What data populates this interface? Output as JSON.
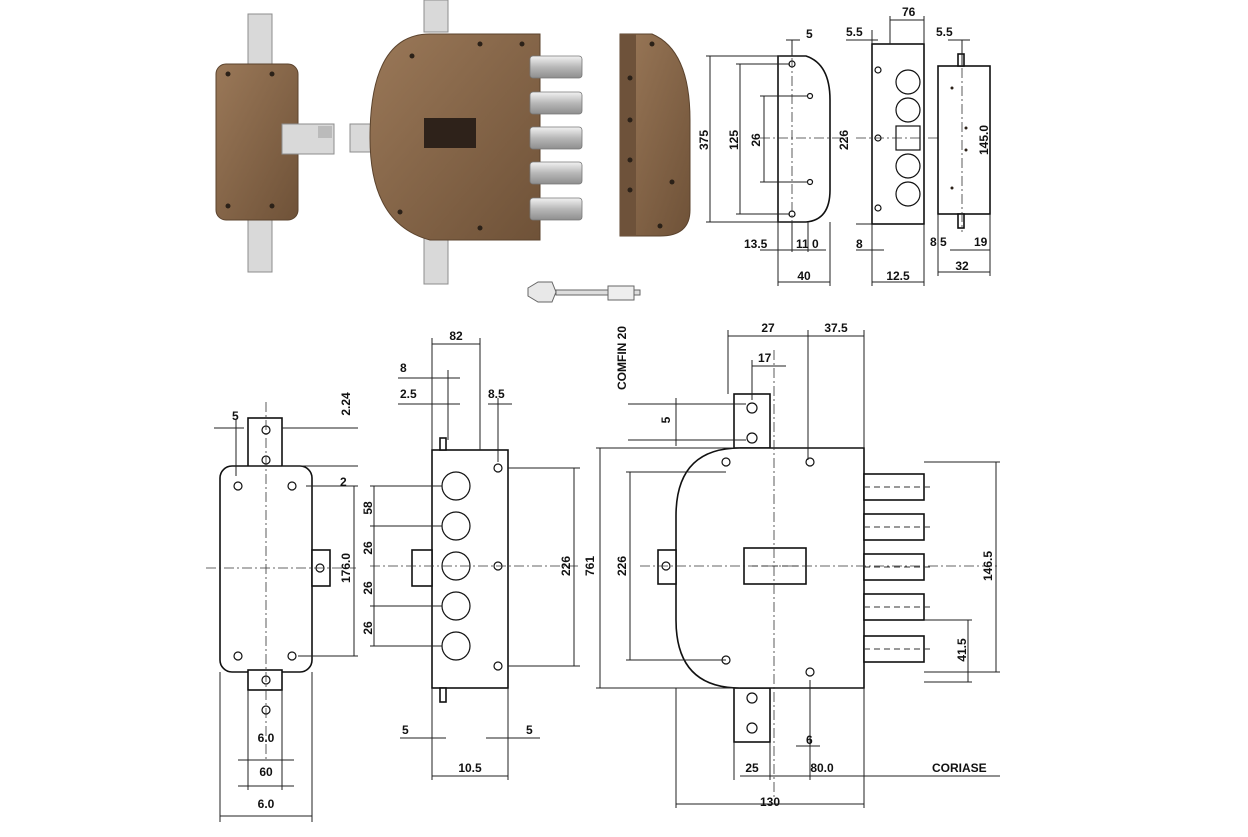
{
  "top_right_views": {
    "view1": {
      "dims": [
        "5",
        "375",
        "125",
        "26",
        "226",
        "13.5",
        "11 0",
        "40"
      ]
    },
    "view2": {
      "dims": [
        "76",
        "5.5",
        "8",
        "12.5"
      ]
    },
    "view3": {
      "dims": [
        "5.5",
        "145.0",
        "8 5",
        "19",
        "32"
      ]
    }
  },
  "bottom_left_view": {
    "dims": [
      "5",
      "2.24",
      "2",
      "176.0",
      "6.0",
      "60",
      "6.0"
    ]
  },
  "bottom_middle_view": {
    "dims": [
      "82",
      "8",
      "2.5",
      "8.5",
      "58",
      "26",
      "26",
      "26",
      "226",
      "761",
      "5",
      "5",
      "10.5"
    ]
  },
  "bottom_right_view": {
    "dims": [
      "COMFIN 20",
      "27",
      "37.5",
      "17",
      "5",
      "226",
      "146.5",
      "41.5",
      "6",
      "25",
      "80.0",
      "CORIASE",
      "130"
    ]
  },
  "colors": {
    "bronze": "#8a6848",
    "steel": "#d9d9d9",
    "line": "#222222"
  },
  "icons": [
    "lock-body-photo",
    "lock-front-photo",
    "lock-side-photo",
    "key-icon"
  ]
}
